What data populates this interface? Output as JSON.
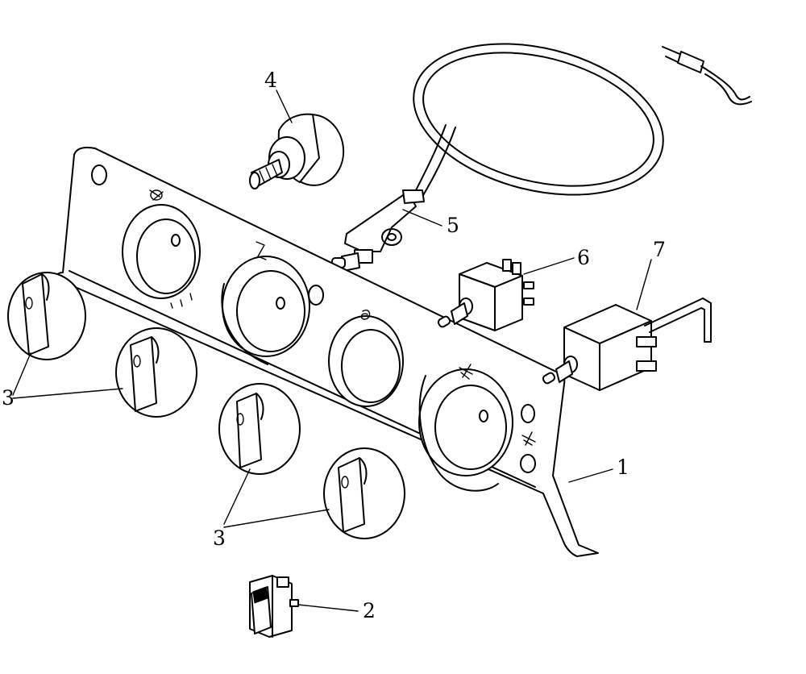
{
  "callouts": {
    "panel": "1",
    "rocker_switch": "2",
    "knobs_left": "3",
    "knobs_bottom": "3",
    "potentiometer": "4",
    "cable": "5",
    "switch_6": "6",
    "switch_7": "7"
  }
}
